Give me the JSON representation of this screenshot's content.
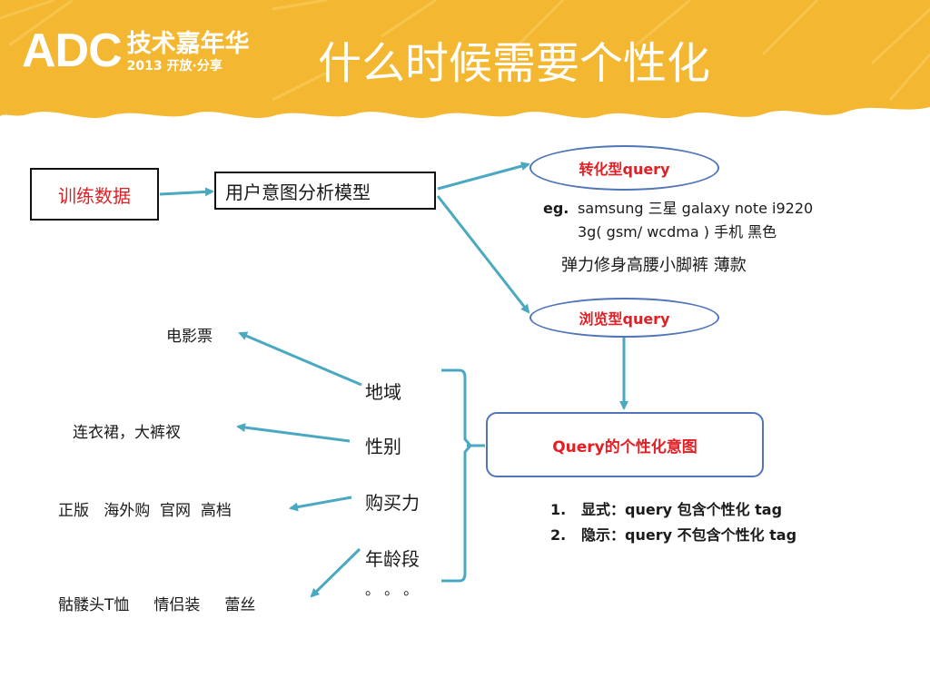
{
  "header": {
    "logo_main": "ADC",
    "logo_cn": "技术嘉年华",
    "logo_year": "2013 开放·分享",
    "title": "什么时候需要个性化"
  },
  "nodes": {
    "training_data": "训练数据",
    "intent_model": "用户意图分析模型",
    "conversion_query": "转化型query",
    "browse_query": "浏览型query",
    "personal_intent": "Query的个性化意图"
  },
  "example": {
    "prefix": "eg.",
    "line1": "samsung 三星 galaxy note i9220",
    "line2": "3g( gsm/ wcdma ) 手机 黑色",
    "line3": "弹力修身高腰小脚裤 薄款"
  },
  "attributes": [
    "地域",
    "性别",
    "购买力",
    "年龄段",
    "。 。 。"
  ],
  "examples_left": {
    "region": "电影票",
    "gender": "连衣裙，大裤衩",
    "purchasing": "正版   海外购  官网  高档",
    "age": "骷髅头T恤     情侣装     蕾丝"
  },
  "list": [
    {
      "num": "1.",
      "text": "显式：query 包含个性化 tag"
    },
    {
      "num": "2.",
      "text": "隐示：query 不包含个性化 tag"
    }
  ],
  "colors": {
    "banner": "#f4b731",
    "arrow": "#4aa8c0",
    "ellipse_border": "#5075b8",
    "highlight": "#e31e24"
  }
}
